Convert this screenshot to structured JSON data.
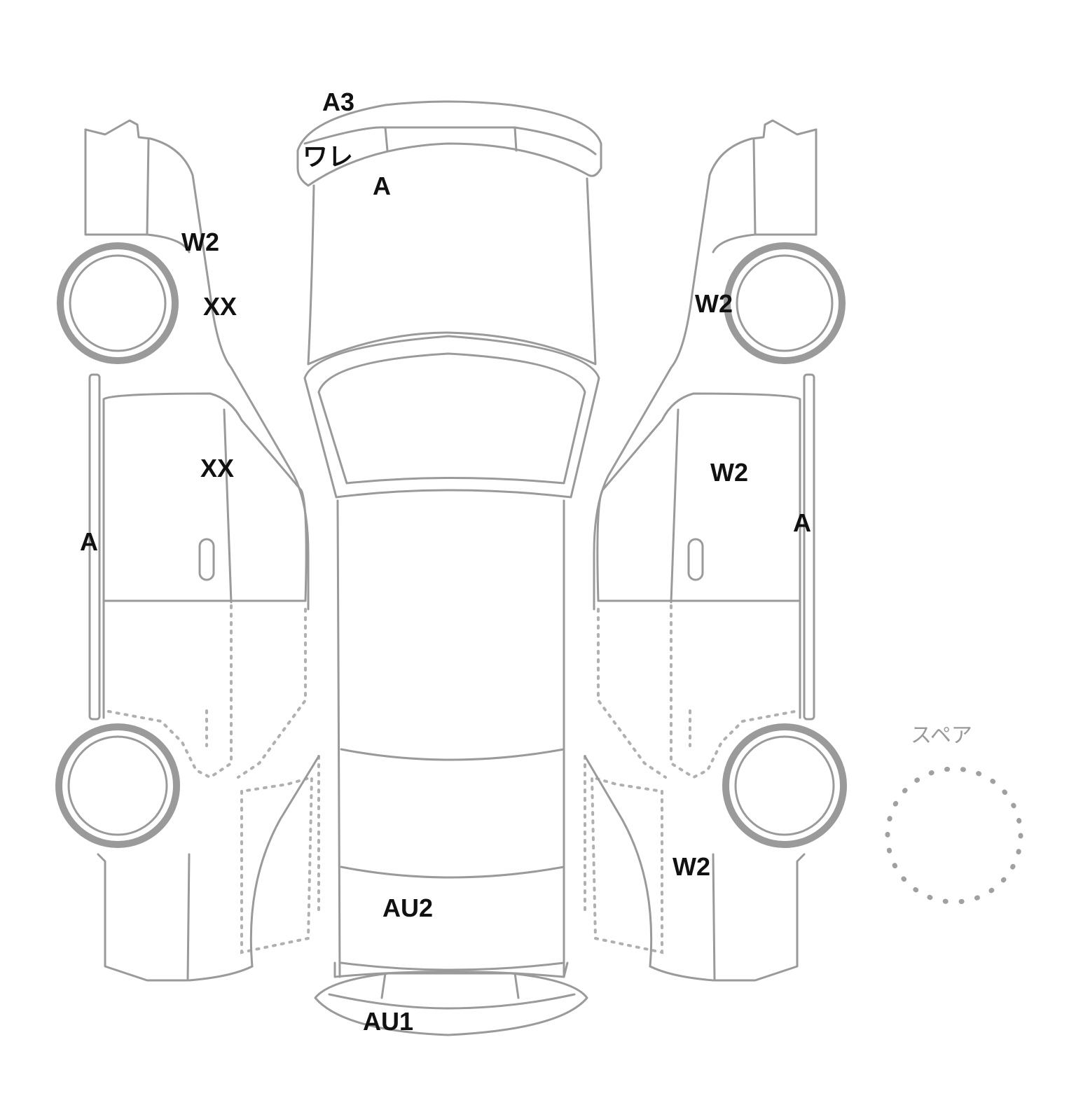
{
  "spare": {
    "label": "スペア"
  },
  "marks": {
    "top_a3": "A3",
    "top_ware": "ワレ",
    "top_a": "A",
    "left_front_w2": "W2",
    "left_xx_upper": "XX",
    "left_xx_door": "XX",
    "left_a": "A",
    "right_front_w2": "W2",
    "right_door_w2": "W2",
    "right_a": "A",
    "right_rear_w2": "W2",
    "center_au2": "AU2",
    "bottom_au1": "AU1"
  }
}
